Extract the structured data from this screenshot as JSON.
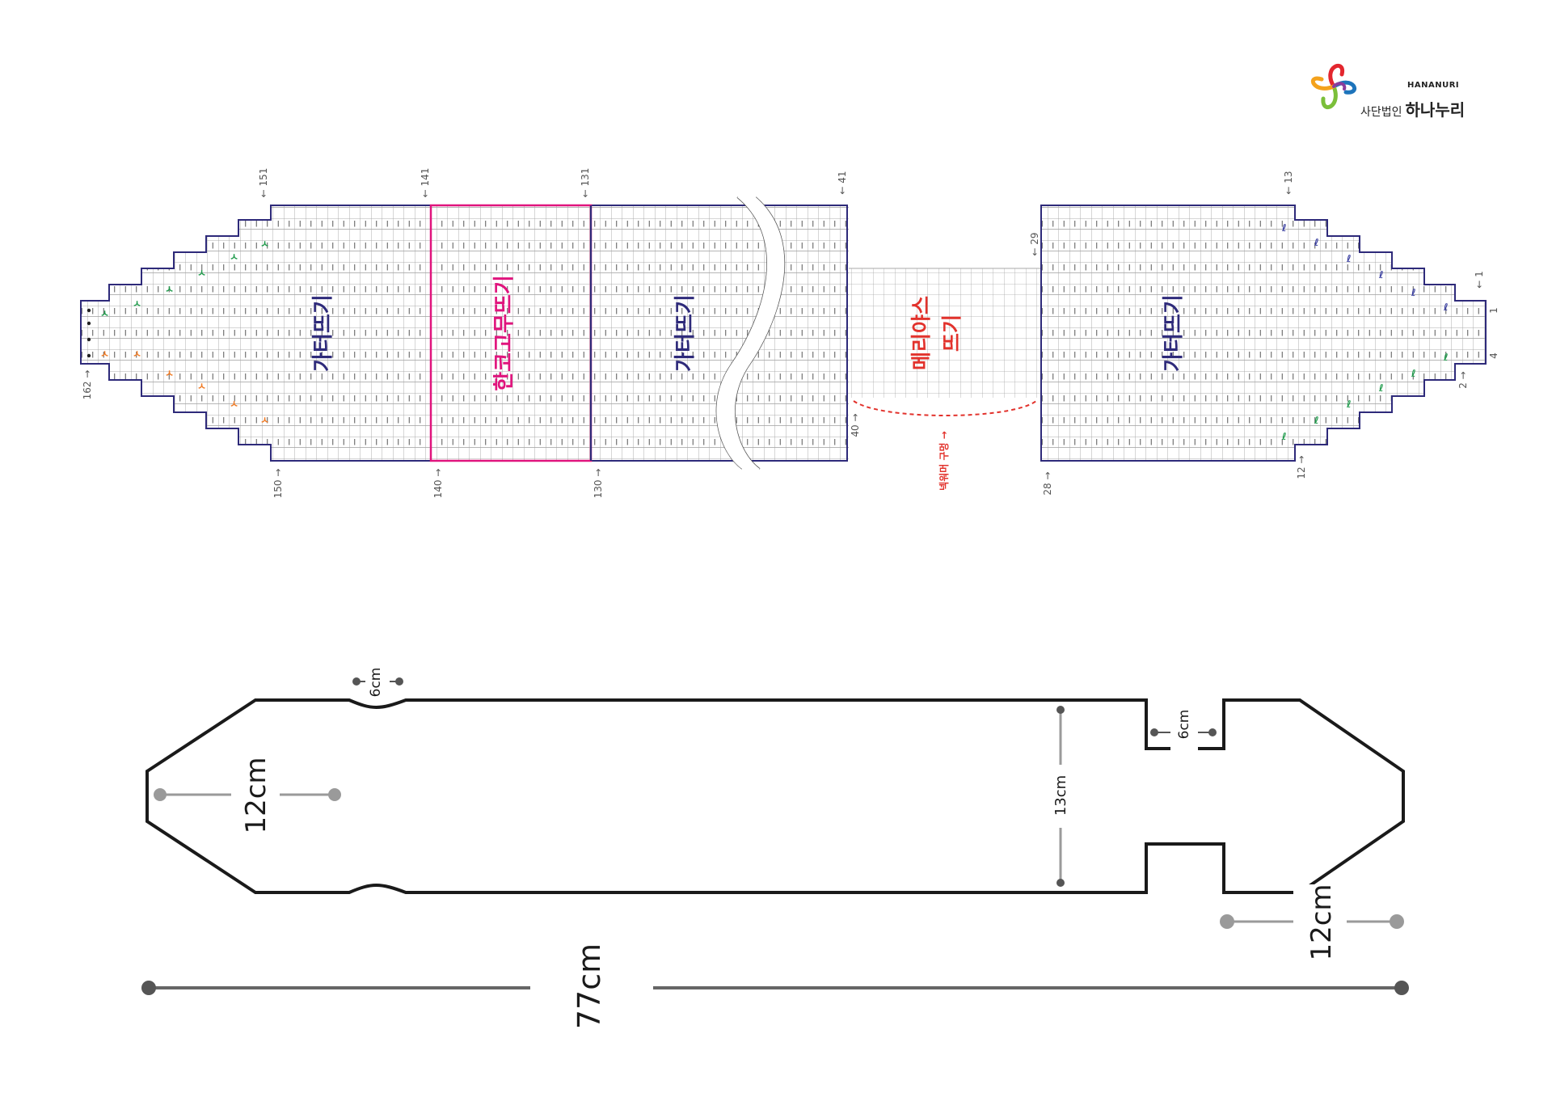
{
  "logo": {
    "english": "HANANURI",
    "corporate": "사단법인",
    "name": "하나누리",
    "icon": "pinwheel-ribbon-logo"
  },
  "chart": {
    "sections": {
      "garter_left": "가터뜨기",
      "rib": "한코고무뜨기",
      "garter_mid": "가터뜨기",
      "stockinette_line1": "메리야스",
      "stockinette_line2": "뜨기",
      "garter_right": "가터뜨기"
    },
    "neck_hole_label": "넥워머 구멍 →",
    "row_labels": {
      "r151": "← 151",
      "r141": "← 141",
      "r131": "← 131",
      "r41": "← 41",
      "r29": "← 29",
      "r13": "← 13",
      "r1": "← 1",
      "r162": "162 →",
      "r150": "150 →",
      "r140": "140 →",
      "r130": "130 →",
      "r40": "40 →",
      "r28": "28 →",
      "r12": "12 →",
      "r2": "2 →",
      "s1": "1",
      "s4": "4"
    },
    "colors": {
      "outline": "#2e2a7a",
      "grid": "#9a9a9a",
      "rib": "#e0147d",
      "stockinette": "#e2322c",
      "decrease_green": "#1f9a4b",
      "decrease_orange": "#ef7a24",
      "increase_blue": "#3a3fa0"
    }
  },
  "shape": {
    "total_length": "77cm",
    "left_taper": "12cm",
    "right_taper": "12cm",
    "width": "13cm",
    "top_notch": "6cm",
    "slot": "6cm"
  }
}
